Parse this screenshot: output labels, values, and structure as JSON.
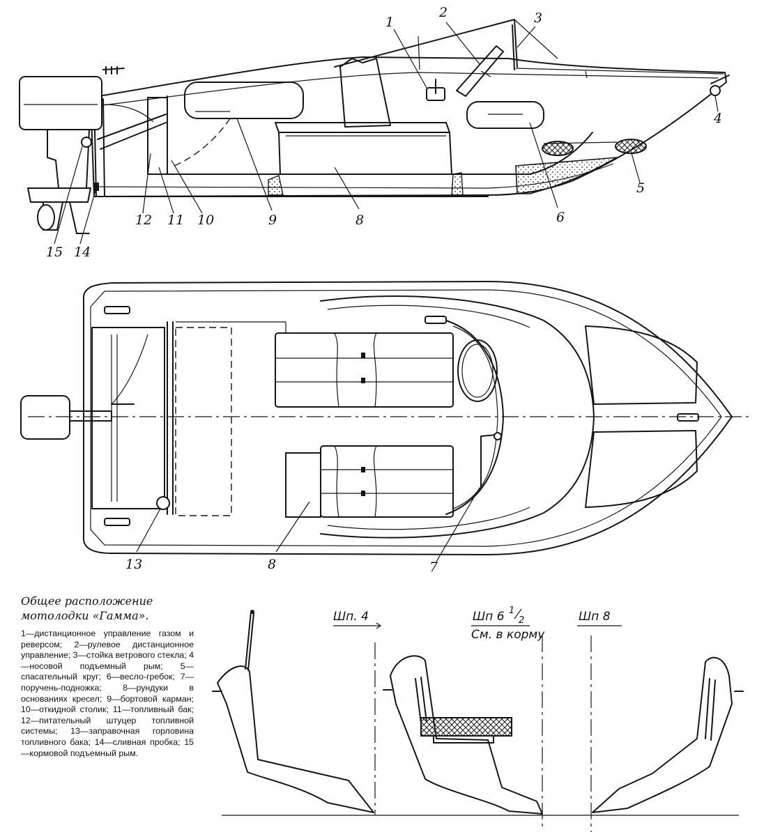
{
  "side_view_labels": [
    "1",
    "2",
    "3",
    "4",
    "5",
    "6",
    "8",
    "9",
    "10",
    "11",
    "12",
    "15",
    "14"
  ],
  "plan_view_labels": [
    "13",
    "8",
    "7"
  ],
  "sections": {
    "sec4": "Шп. 4",
    "sec6_main": "Шп 6",
    "sec6_frac_num": "1",
    "sec6_frac_den": "2",
    "sec6_note": "См. в корму",
    "sec8": "Шп 8"
  },
  "caption": {
    "title": "Общее расположение мотолодки «Гамма».",
    "body": "1—дистанционное управление газом и реверсом; 2—рулевое дистанционное управление; 3—стойка ветрового стекла; 4—носовой подъемный рым; 5—спасательный круг; 6—весло-гребок; 7—поручень-подножка; 8—рундуки в основаниях кресел; 9—бортовой карман; 10—откидной столик; 11—топливный бак; 12—питательный штуцер топливной системы; 13—заправочная горловина топливного бака; 14—сливная пробка; 15—кормовой подъемный рым."
  }
}
